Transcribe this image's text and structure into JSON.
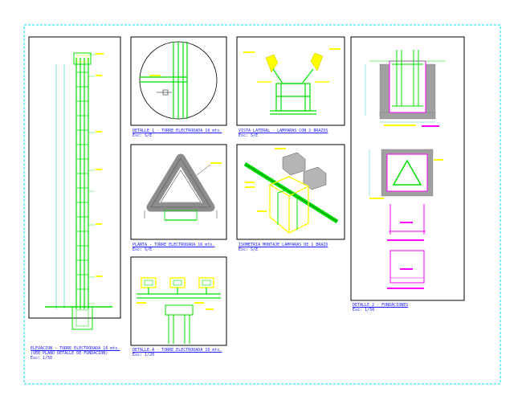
{
  "colors": {
    "border": "#00e5ff",
    "frame": "#000000",
    "structure": "#00e000",
    "lamp": "#ffff00",
    "caption": "#1a1aff",
    "foundation": "#ff00ff",
    "concrete": "#9a9a9a",
    "dimension": "#00c0c0"
  },
  "captions": {
    "elevacion": {
      "title": "ELEVACION - TORRE ELECTRODADA 16 mts.",
      "line2": "(VER PLANO DETALLE DE FUNDACION)",
      "scale": "Esc: 1/50"
    },
    "detalle1": {
      "title": "DETALLE 1 - TORRE ELECTRODADA 16 mts.",
      "scale": "Esc: S/E"
    },
    "planta": {
      "title": "PLANTA - TORRE ELECTRODADA 16 mts.",
      "scale": "Esc: S/E"
    },
    "detalleA": {
      "title": "DETALLE A - TORRE ELECTRODADA 16 mts.",
      "scale": "Esc: 1/20"
    },
    "vista_lateral": {
      "title": "VISTA LATERAL - LAMPARAS CON 2 BRAZOS",
      "scale": "Esc: S/E"
    },
    "isometrica": {
      "title": "ISOMETRIA MONTAJE LAMPARAS DE 1 BRAZO",
      "scale": "Esc: S/E"
    },
    "detalle2": {
      "title": "DETALLE 2 - FUNDACIONES",
      "scale": "Esc: 1/50"
    }
  }
}
